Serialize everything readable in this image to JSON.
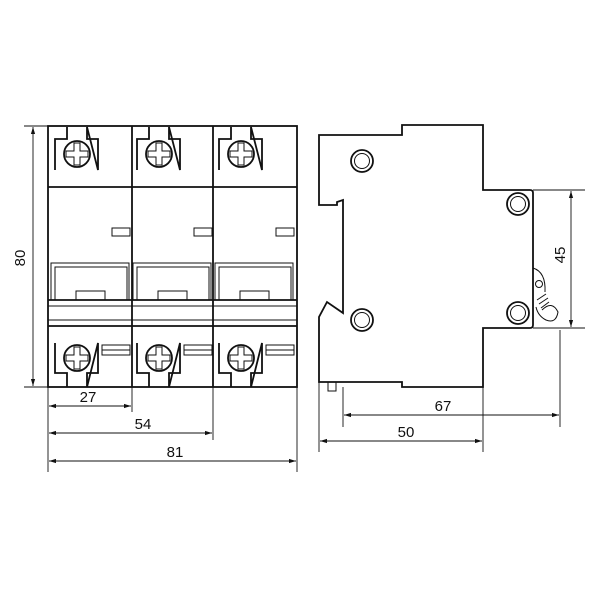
{
  "drawing": {
    "front_view": {
      "poles": 3,
      "dimensions": {
        "height": "80",
        "width_1_pole": "27",
        "width_2_poles": "54",
        "width_3_poles": "81"
      }
    },
    "side_view": {
      "dimensions": {
        "front_height": "45",
        "total_depth": "67",
        "rail_depth": "50"
      }
    },
    "colors": {
      "line": "#111111",
      "background": "#ffffff"
    }
  }
}
